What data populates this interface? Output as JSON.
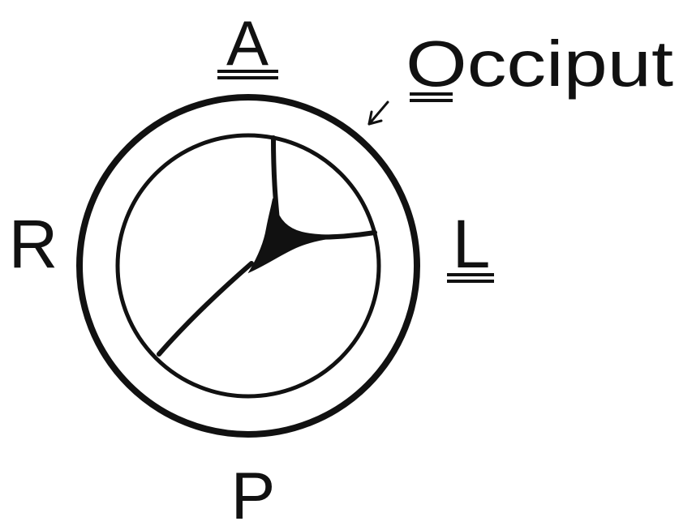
{
  "diagram": {
    "labels": {
      "anterior": "A",
      "posterior": "P",
      "right": "R",
      "left": "L",
      "occiput": "Occiput"
    },
    "colors": {
      "ink": "#111111",
      "background": "#ffffff"
    },
    "marks": {
      "anterior_underline": "double",
      "left_underline": "double",
      "occiput_first_letter_underline": "double",
      "pointer": "arrow-to-outer-circle"
    }
  }
}
